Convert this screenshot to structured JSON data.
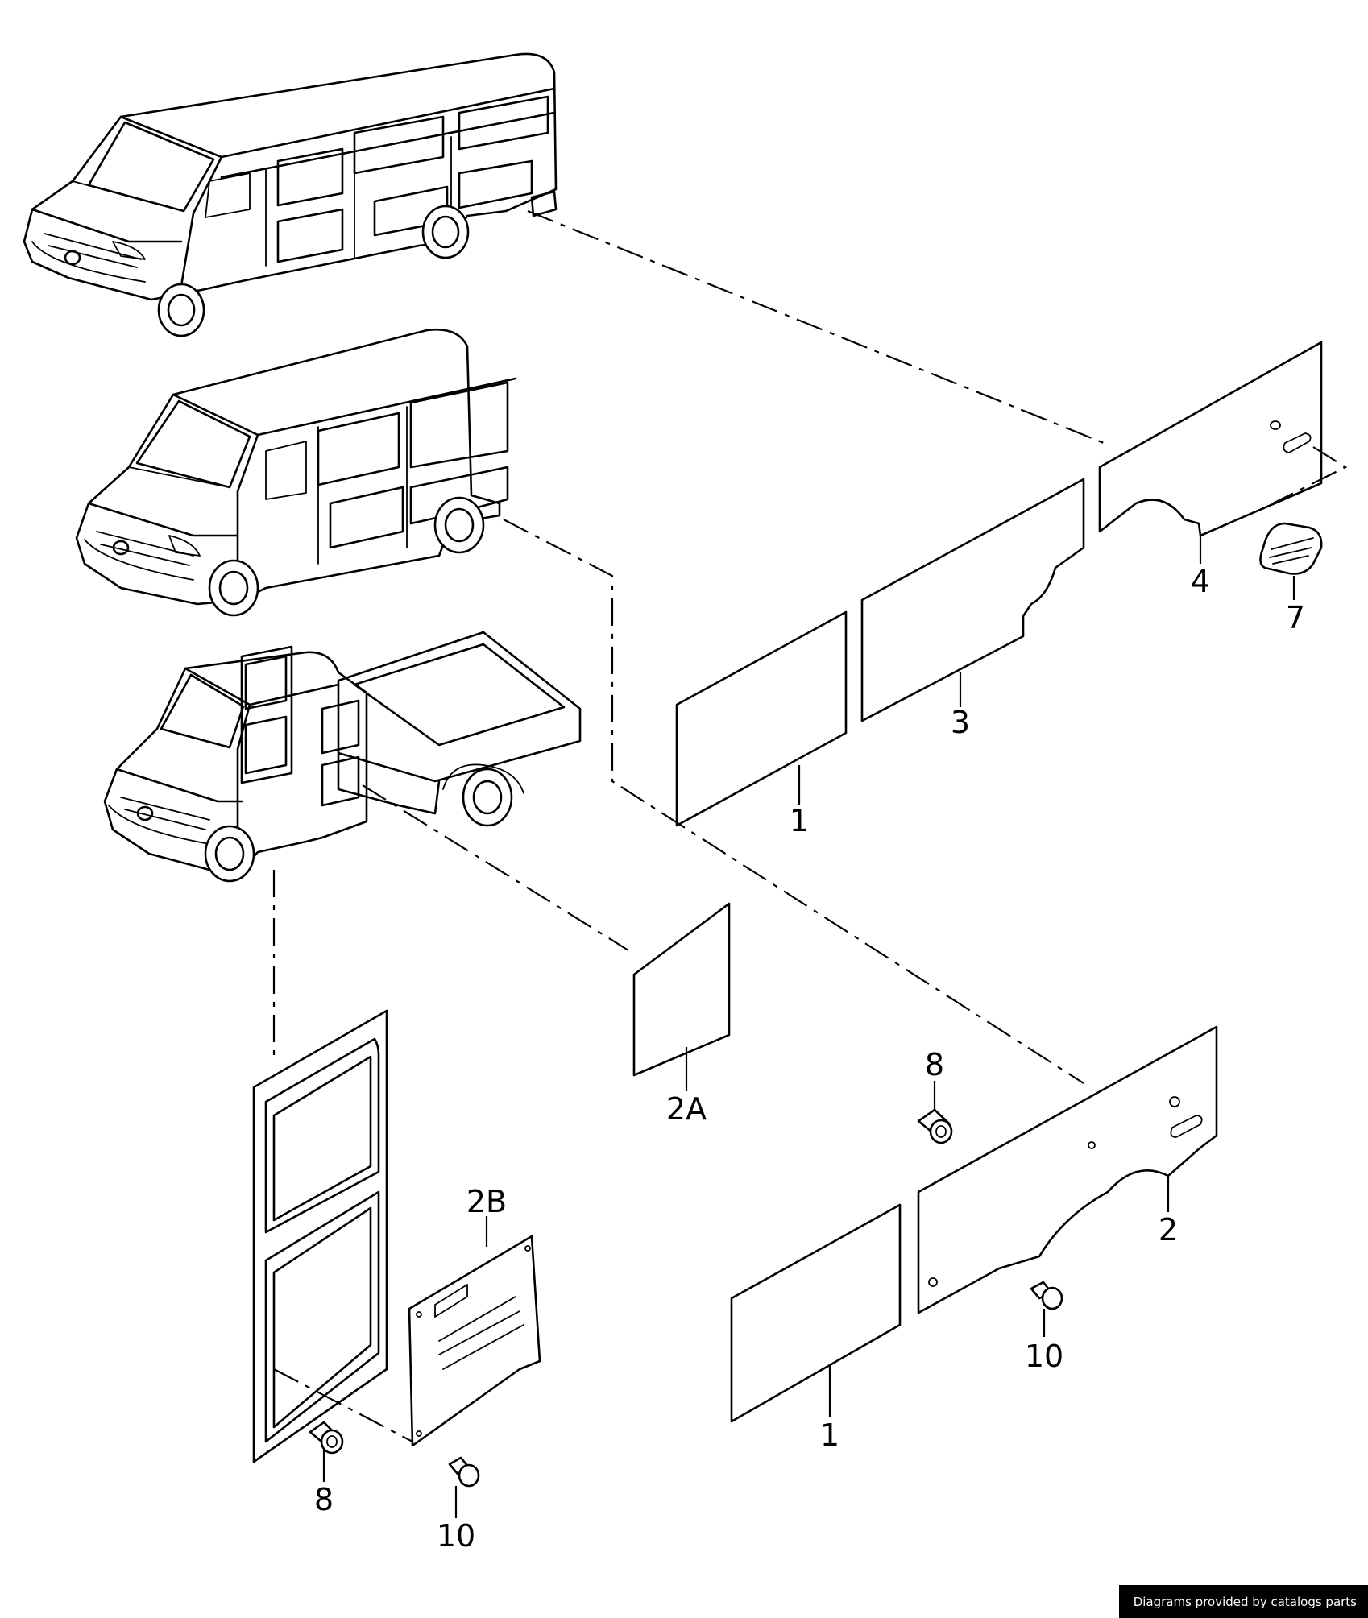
{
  "callouts": [
    {
      "id": "c-1-top",
      "label": "1"
    },
    {
      "id": "c-3",
      "label": "3"
    },
    {
      "id": "c-4",
      "label": "4"
    },
    {
      "id": "c-7",
      "label": "7"
    },
    {
      "id": "c-2A",
      "label": "2A"
    },
    {
      "id": "c-8-right",
      "label": "8"
    },
    {
      "id": "c-2",
      "label": "2"
    },
    {
      "id": "c-10-right",
      "label": "10"
    },
    {
      "id": "c-1-bottom",
      "label": "1"
    },
    {
      "id": "c-2B",
      "label": "2B"
    },
    {
      "id": "c-8-left",
      "label": "8"
    },
    {
      "id": "c-10-left",
      "label": "10"
    }
  ],
  "credit": "Diagrams provided by catalogs parts",
  "colors": {
    "ink": "#000000",
    "paper": "#ffffff",
    "credit_bg": "#000000",
    "credit_text": "#ffffff"
  }
}
